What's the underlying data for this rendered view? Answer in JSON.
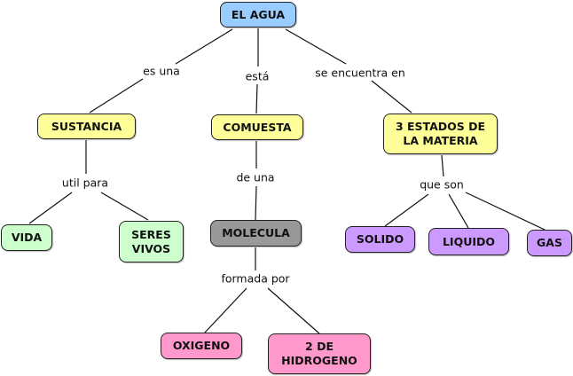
{
  "colors": {
    "root": "#99ccff",
    "level1": "#ffff99",
    "uses": "#ccffcc",
    "molecule": "#999999",
    "states": "#cc99ff",
    "atoms": "#ff99cc"
  },
  "nodes": {
    "agua": "EL AGUA",
    "sustancia": "SUSTANCIA",
    "comuesta": "COMUESTA",
    "estados_l1": "3 ESTADOS DE",
    "estados_l2": "LA MATERIA",
    "vida": "VIDA",
    "seres_l1": "SERES",
    "seres_l2": "VIVOS",
    "molecula": "MOLECULA",
    "solido": "SOLIDO",
    "liquido": "LIQUIDO",
    "gas": "GAS",
    "oxigeno": "OXIGENO",
    "hidrogeno_l1": "2 DE",
    "hidrogeno_l2": "HIDROGENO"
  },
  "links": {
    "es_una": "es una",
    "esta": "está",
    "se_encuentra": "se encuentra en",
    "util_para": "util para",
    "de_una": "de una",
    "que_son": "que son",
    "formada_por": "formada por"
  }
}
